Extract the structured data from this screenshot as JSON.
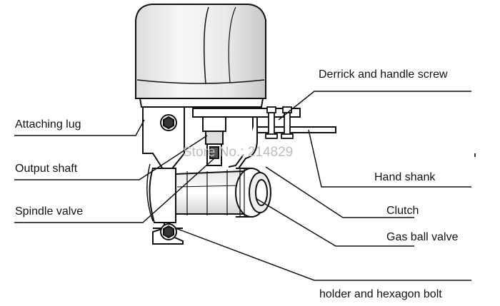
{
  "labels": {
    "attaching_lug": "Attaching lug",
    "output_shaft": "Output shaft",
    "spindle_valve": "Spindle valve",
    "derrick_screw": "Derrick and handle screw",
    "hand_shank": "Hand shank",
    "clutch": "Clutch",
    "gas_ball_valve": "Gas ball valve",
    "holder_bolt": "holder and hexagon bolt"
  },
  "watermark": "Store No.: 214829",
  "colors": {
    "line": "#111111",
    "text": "#111111",
    "watermark": "#bdbdbd",
    "background": "#ffffff"
  }
}
